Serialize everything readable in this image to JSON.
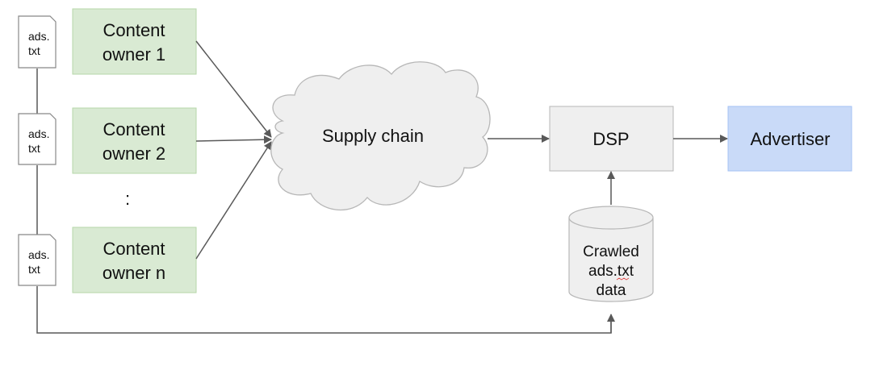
{
  "diagram": {
    "files": [
      {
        "line1": "ads.",
        "line2": "txt"
      },
      {
        "line1": "ads.",
        "line2": "txt"
      },
      {
        "line1": "ads.",
        "line2": "txt"
      }
    ],
    "owners": [
      {
        "line1": "Content",
        "line2": "owner 1"
      },
      {
        "line1": "Content",
        "line2": "owner 2"
      },
      {
        "line1": "Content",
        "line2": "owner n"
      }
    ],
    "ellipsis": ":",
    "cloud_label": "Supply chain",
    "dsp_label": "DSP",
    "advertiser_label": "Advertiser",
    "database": {
      "line1": "Crawled",
      "line2": "ads.txt",
      "line3": "data"
    },
    "colors": {
      "owner_fill": "#d9ead3",
      "owner_stroke": "#b6d7a8",
      "cloud_fill": "#efefef",
      "cloud_stroke": "#b7b7b7",
      "dsp_fill": "#efefef",
      "dsp_stroke": "#b7b7b7",
      "advertiser_fill": "#c9daf8",
      "advertiser_stroke": "#a4c2f4",
      "line": "#595959"
    }
  }
}
